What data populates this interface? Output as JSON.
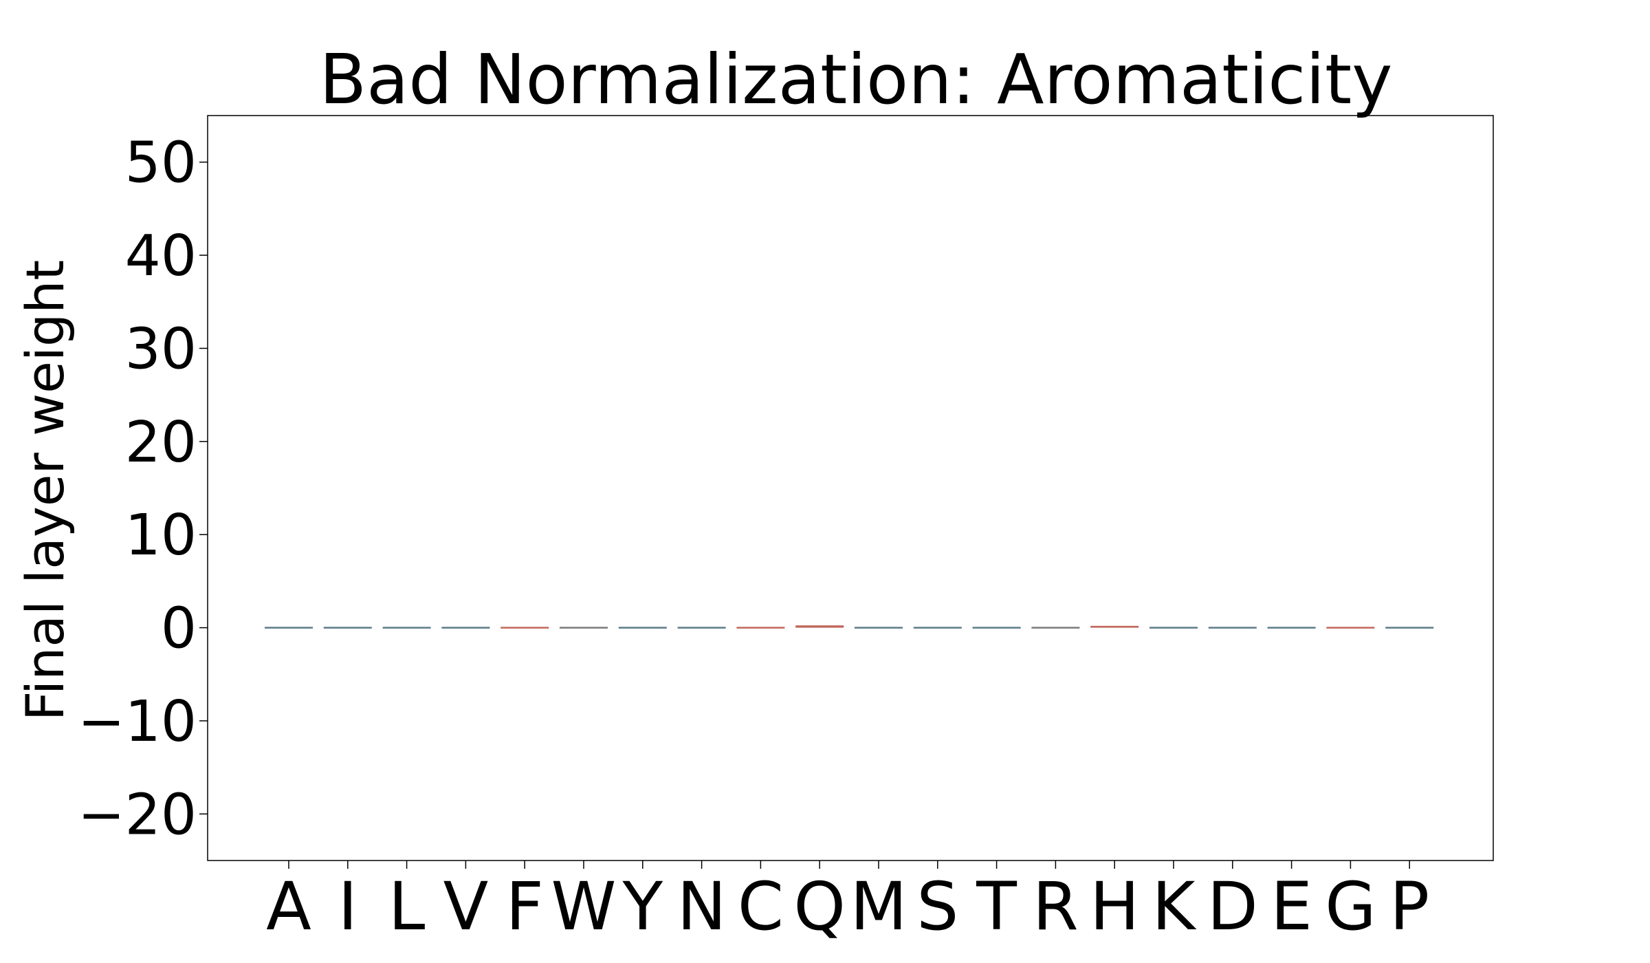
{
  "chart_data": {
    "type": "bar",
    "title": "Bad Normalization: Aromaticity",
    "xlabel": "",
    "ylabel": "Final layer weight",
    "categories": [
      "A",
      "I",
      "L",
      "V",
      "F",
      "W",
      "Y",
      "N",
      "C",
      "Q",
      "M",
      "S",
      "T",
      "R",
      "H",
      "K",
      "D",
      "E",
      "G",
      "P"
    ],
    "values": [
      -0.05,
      -0.15,
      -0.1,
      -0.1,
      0.15,
      0.0,
      -0.05,
      -0.05,
      0.15,
      0.25,
      -0.05,
      -0.15,
      -0.1,
      0.0,
      0.2,
      -0.15,
      -0.05,
      -0.05,
      0.1,
      -0.1
    ],
    "ylim": [
      -25,
      55
    ],
    "yticks": [
      50,
      40,
      30,
      20,
      10,
      0,
      -10,
      -20
    ],
    "ytick_labels": [
      "50",
      "40",
      "30",
      "20",
      "10",
      "0",
      "−10",
      "−20"
    ],
    "grid": false,
    "colors": {
      "positive": "#c0675c",
      "negative": "#5b7a88",
      "neutral": "#7a7a7a"
    }
  }
}
